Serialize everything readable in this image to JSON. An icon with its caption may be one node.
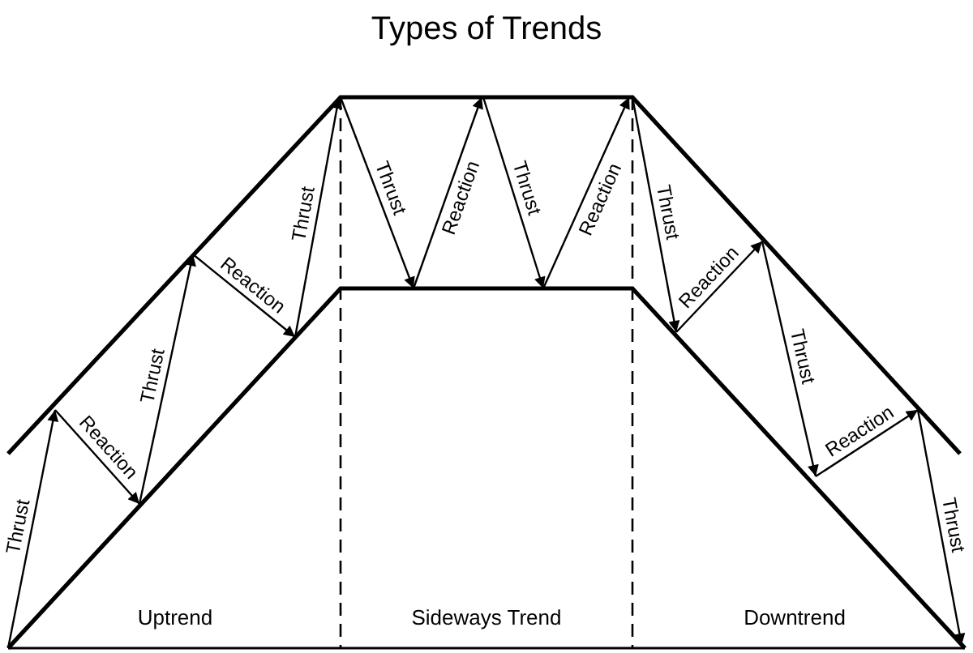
{
  "diagram": {
    "title": "Types of Trends",
    "labels": [
      "Thrust",
      "Reaction",
      "Thrust",
      "Reaction",
      "Thrust",
      "Thrust",
      "Reaction",
      "Thrust",
      "Reaction",
      "Thrust",
      "Reaction",
      "Thrust",
      "Reaction",
      "Thrust",
      "Uptrend",
      "Sideways Trend",
      "Downtrend"
    ]
  }
}
